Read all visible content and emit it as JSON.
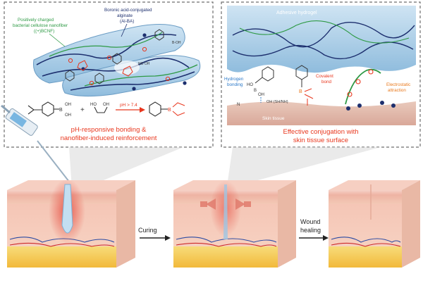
{
  "left_panel": {
    "label_alginate_line1": "Boronic acid-conjugated",
    "label_alginate_line2": "alginate",
    "label_alginate_line3": "(Al-BA)",
    "label_bcnf_line1": "Positively charged",
    "label_bcnf_line2": "bacterial cellulose nanofiber",
    "label_bcnf_line3": "((+)BCNF)",
    "boronic_oh1": "OH",
    "boronic_oh2": "OH",
    "boronic_b": "B",
    "diol_oh1": "HO",
    "diol_oh2": "OH",
    "reaction_condition": "pH > 7.4",
    "plus_sign": "+",
    "caption_line1": "pH-responsive bonding &",
    "caption_line2": "nanofiber-induced reinforcement"
  },
  "right_panel": {
    "label_hydrogel": "Adhesive hydrogel",
    "label_hydrogen_line1": "Hydrogen",
    "label_hydrogen_line2": "bonding",
    "label_covalent_line1": "Covalent",
    "label_covalent_line2": "bond",
    "label_electrostatic_line1": "Electrostatic",
    "label_electrostatic_line2": "attraction",
    "label_skin": "Skin tissue",
    "group_label": "OH (SH/NH)",
    "caption_line1": "Effective conjugation with",
    "caption_line2": "skin tissue surface"
  },
  "process": {
    "step1": "Curing",
    "step2_line1": "Wound",
    "step2_line2": "healing"
  },
  "colors": {
    "accent_red": "#e8371e",
    "blue_label": "#2a78c8",
    "green_label": "#2e9a45",
    "orange_label": "#e9791c",
    "navy_fiber": "#1d2f6e",
    "hydrogel_blue": "#9fc9e6"
  }
}
